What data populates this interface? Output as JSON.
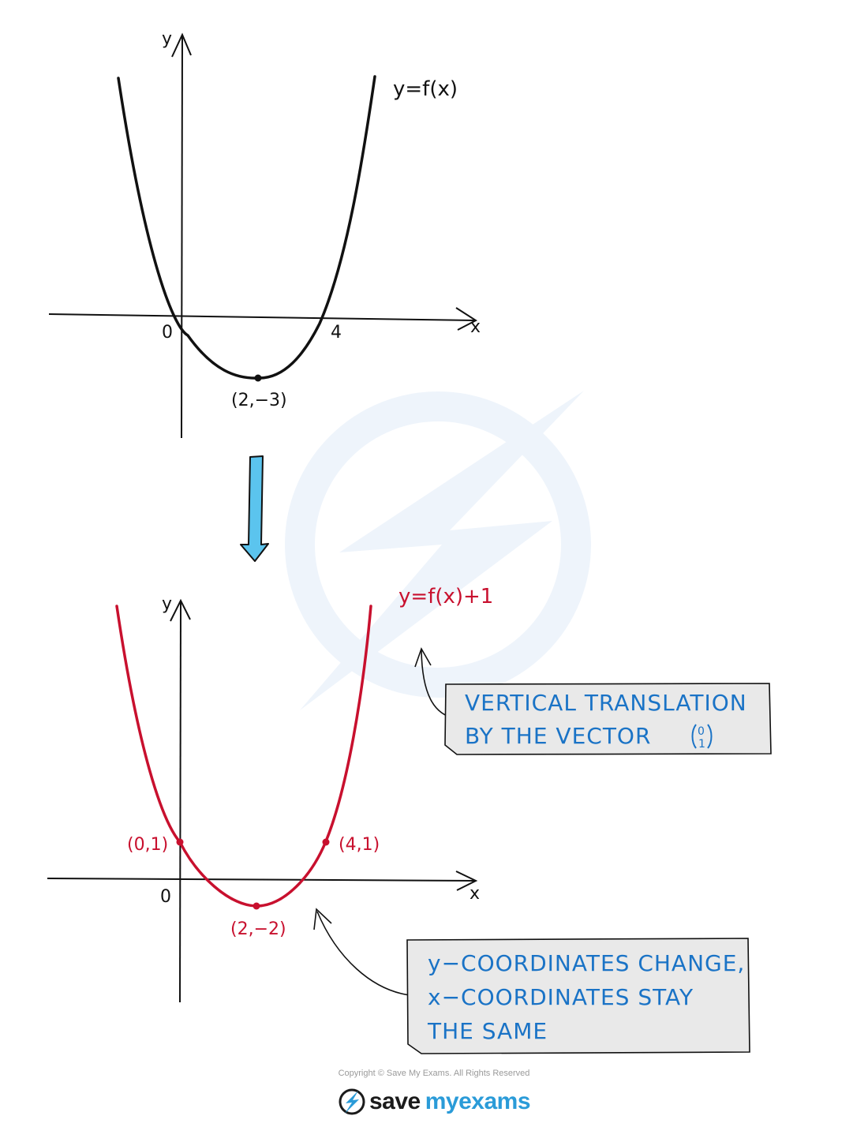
{
  "colors": {
    "ink": "#111111",
    "red": "#c8102e",
    "blue": "#1a73c6",
    "arrow_fill": "#5bc4ee",
    "note_fill": "#e9e9e9",
    "watermark": "#eef4fb",
    "logo_blue": "#2a9bd8",
    "logo_dark": "#1b1b1b"
  },
  "graph_top": {
    "axis_x": "x",
    "axis_y": "y",
    "curve_label": "y=f(x)",
    "origin_label": "0",
    "x_intercept_label": "4",
    "vertex_label": "(2,−3)"
  },
  "graph_bottom": {
    "axis_x": "x",
    "axis_y": "y",
    "curve_label": "y=f(x)+1",
    "origin_label": "0",
    "point_left_label": "(0,1)",
    "point_right_label": "(4,1)",
    "vertex_label": "(2,−2)"
  },
  "note_translation": {
    "line1": "VERTICAL  TRANSLATION",
    "line2": "BY  THE  VECTOR",
    "vector_top": "0",
    "vector_bottom": "1"
  },
  "note_coordinates": {
    "line1": "y−COORDINATES  CHANGE,",
    "line2": "x−COORDINATES  STAY",
    "line3": "THE  SAME"
  },
  "footer": {
    "copyright": "Copyright © Save My Exams. All Rights Reserved",
    "logo_save": "save",
    "logo_my": "my",
    "logo_exams": "exams"
  },
  "icons": {
    "down_arrow": "down-arrow-icon",
    "logo": "lightning-bolt-icon"
  }
}
